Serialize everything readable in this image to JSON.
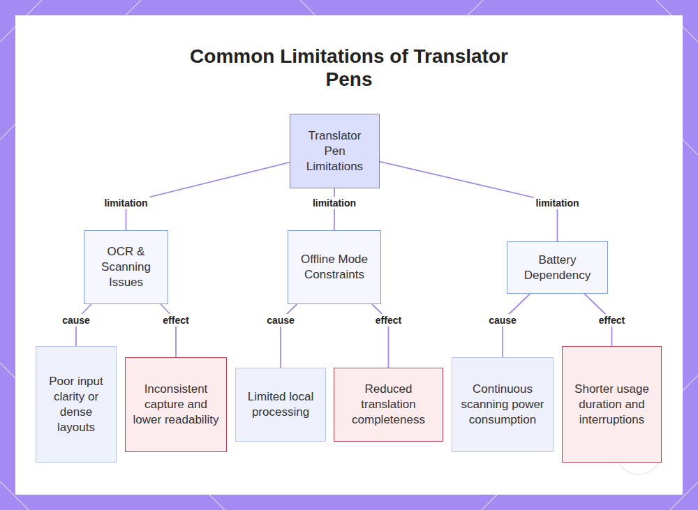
{
  "diagram": {
    "title": "Common Limitations of Translator Pens",
    "nodes": [
      {
        "text": [
          "Translator Pen Limitations"
        ]
      },
      {
        "text": [
          "OCR & Scanning Issues"
        ]
      },
      {
        "text": [
          "Offline Mode Constraints"
        ]
      },
      {
        "text": [
          "Battery Dependency"
        ]
      },
      {
        "text": [
          "Poor input clarity or dense layouts"
        ]
      },
      {
        "text": [
          "Inconsistent capture and lower readability"
        ]
      },
      {
        "text": [
          "Limited local processing"
        ]
      },
      {
        "text": [
          "Reduced translation completeness"
        ]
      },
      {
        "text": [
          "Continuous scanning power consumption"
        ]
      },
      {
        "text": [
          "Shorter usage duration and interruptions"
        ]
      }
    ],
    "edges": [
      {
        "from": 0,
        "to": 1,
        "label": "limitation",
        "arrow": "none"
      },
      {
        "from": 0,
        "to": 2,
        "label": "limitation",
        "arrow": "none"
      },
      {
        "from": 0,
        "to": 3,
        "label": "limitation",
        "arrow": "none"
      },
      {
        "from": 1,
        "to": 4,
        "label": "cause",
        "arrow": "none"
      },
      {
        "from": 1,
        "to": 5,
        "label": "effect",
        "arrow": "none"
      },
      {
        "from": 2,
        "to": 6,
        "label": "cause",
        "arrow": "none"
      },
      {
        "from": 2,
        "to": 7,
        "label": "effect",
        "arrow": "none"
      },
      {
        "from": 3,
        "to": 8,
        "label": "cause",
        "arrow": "none"
      },
      {
        "from": 3,
        "to": 9,
        "label": "effect",
        "arrow": "none"
      }
    ]
  }
}
